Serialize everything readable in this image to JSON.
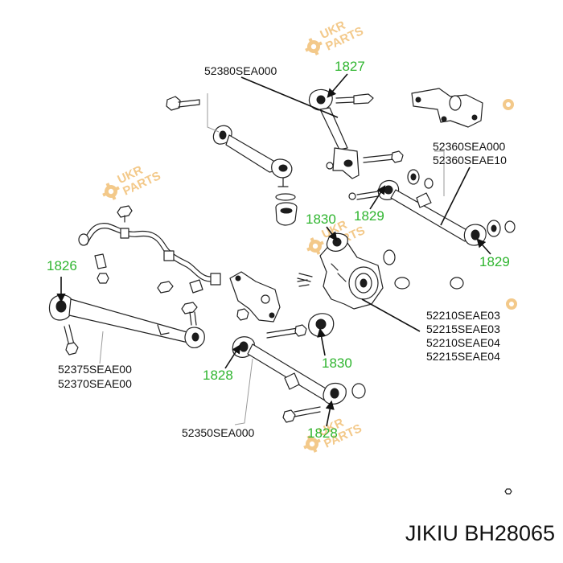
{
  "watermark": {
    "brand_top": "UKR",
    "brand_bottom": "PARTS"
  },
  "part_numbers": {
    "upper_arm": "52380SEA000",
    "compensator_arm_a": "52360SEA000",
    "compensator_arm_b": "52360SEAE10",
    "trailing_arm_a": "52375SEAE00",
    "trailing_arm_b": "52370SEAE00",
    "knuckle_a": "52210SEAE03",
    "knuckle_b": "52215SEAE03",
    "knuckle_c": "52210SEAE04",
    "knuckle_d": "52215SEAE04",
    "lower_arm": "52350SEA000"
  },
  "bushing_labels": {
    "upper_arm_bushing": "1827",
    "knuckle_upper_bushing": "1830",
    "compensator_inner_bushing": "1829",
    "compensator_outer_bushing": "1829",
    "trailing_arm_bushing": "1826",
    "knuckle_lower_bushing": "1830",
    "lower_arm_inner_bushing": "1828",
    "lower_arm_outer_bushing": "1828"
  },
  "footer": {
    "brand_and_code": "JIKIU BH28065"
  }
}
